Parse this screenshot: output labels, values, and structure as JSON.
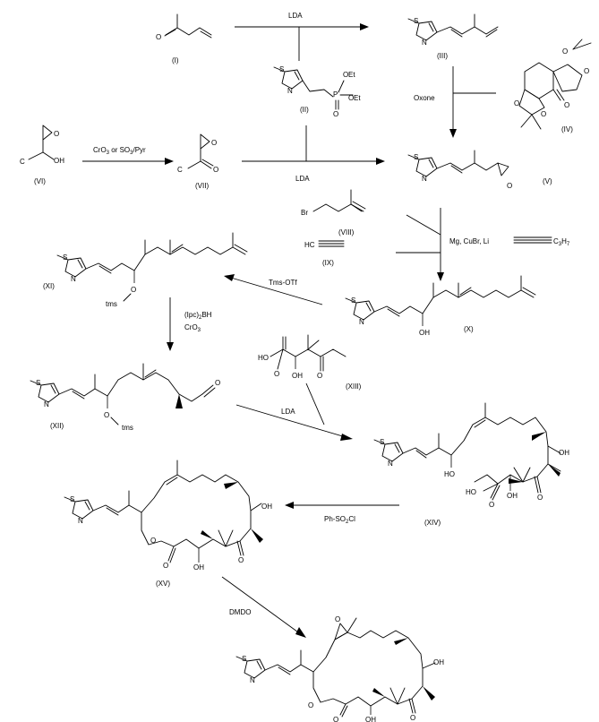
{
  "compounds": {
    "c1": "(I)",
    "c2": "(II)",
    "c3": "(III)",
    "c4": "(IV)",
    "c5": "(V)",
    "c6": "(VI)",
    "c7": "(VII)",
    "c8": "(VIII)",
    "c9": "(IX)",
    "c10": "(X)",
    "c11": "(XI)",
    "c12": "(XII)",
    "c13": "(XIII)",
    "c14": "(XIV)",
    "c15": "(XV)"
  },
  "reagents": {
    "lda": "LDA",
    "oxone": "Oxone",
    "ox_prefix": "CrO",
    "ox_sub3": "3",
    "ox_mid": " or SO",
    "ox_sub3b": "3",
    "ox_suffix": "/Pyr",
    "mg": "Mg, CuBr,  Li",
    "tms_otf": "Tms-OTf",
    "ipc": "(Ipc)",
    "ipc_sub": "2",
    "ipc_suffix": "BH",
    "cro3": "CrO",
    "cro3_sub": "3",
    "phso2": "Ph-SO",
    "phso2_sub": "2",
    "phso2_suffix": "Cl",
    "dmdo": "DMDO"
  },
  "atoms": {
    "O": "O",
    "S": "S",
    "N": "N",
    "OH": "OH",
    "HO": "HO",
    "Br": "Br",
    "HC": "HC",
    "P": "P",
    "Et": "Et",
    "OEt": "OEt",
    "C": "C",
    "C3H7": "C",
    "C3H7_sub": "3",
    "C3H7_h": "H",
    "C3H7_sub7": "7",
    "tms": "tms",
    "O_tms": "O",
    "Otms": "O"
  }
}
